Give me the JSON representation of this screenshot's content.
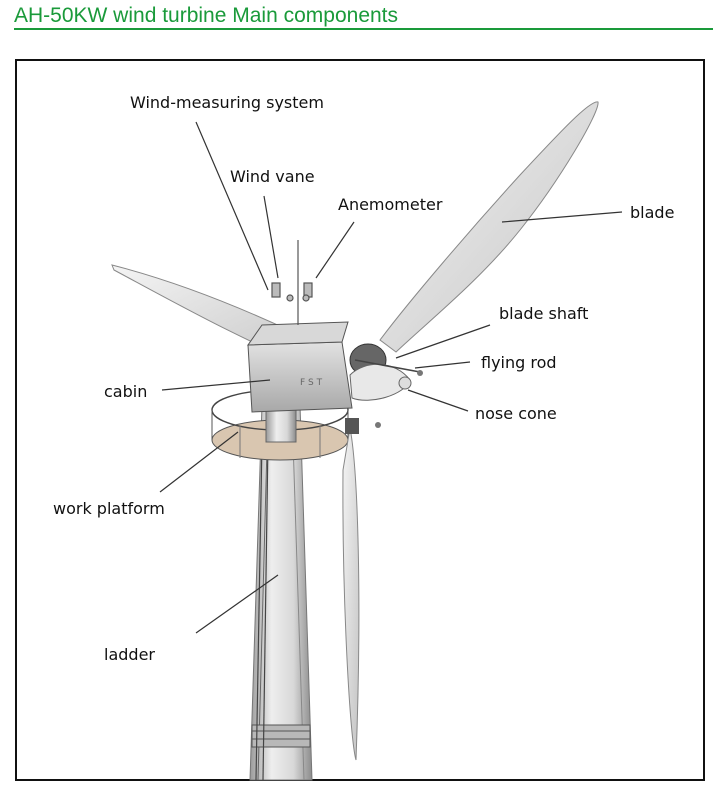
{
  "title": "AH-50KW wind turbine Main components",
  "colors": {
    "title": "#1a9a3a",
    "frame": "#111111"
  },
  "labels": {
    "wind_measuring_system": "Wind-measuring system",
    "wind_vane": "Wind vane",
    "anemometer": "Anemometer",
    "blade": "blade",
    "blade_shaft": "blade shaft",
    "flying_rod": "flying rod",
    "cabin": "cabin",
    "nose_cone": "nose cone",
    "work_platform": "work platform",
    "ladder": "ladder"
  }
}
